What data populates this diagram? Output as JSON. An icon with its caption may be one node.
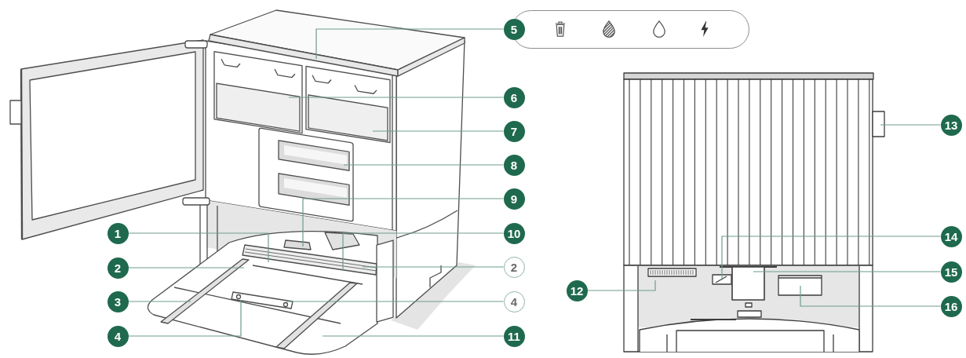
{
  "diagram": {
    "nodes": [
      {
        "text": [
          "1"
        ]
      },
      {
        "text": [
          "2"
        ]
      },
      {
        "text": [
          "3"
        ]
      },
      {
        "text": [
          "4"
        ]
      },
      {
        "text": [
          "5"
        ]
      },
      {
        "text": [
          "6"
        ]
      },
      {
        "text": [
          "7"
        ]
      },
      {
        "text": [
          "8"
        ]
      },
      {
        "text": [
          "9"
        ]
      },
      {
        "text": [
          "10"
        ]
      },
      {
        "text": [
          "2"
        ]
      },
      {
        "text": [
          "4"
        ]
      },
      {
        "text": [
          "11"
        ]
      },
      {
        "text": [
          "12"
        ]
      },
      {
        "text": [
          "13"
        ]
      },
      {
        "text": [
          "14"
        ]
      },
      {
        "text": [
          "15"
        ]
      },
      {
        "text": [
          "16"
        ]
      }
    ],
    "edges": [
      {
        "from": 0,
        "to": null,
        "arrow": "none"
      },
      {
        "from": 1,
        "to": null,
        "arrow": "none"
      },
      {
        "from": 2,
        "to": null,
        "arrow": "none"
      },
      {
        "from": 3,
        "to": null,
        "arrow": "none"
      },
      {
        "from": 4,
        "to": null,
        "arrow": "none"
      },
      {
        "from": 5,
        "to": null,
        "arrow": "none"
      },
      {
        "from": 6,
        "to": null,
        "arrow": "none"
      },
      {
        "from": 7,
        "to": null,
        "arrow": "none"
      },
      {
        "from": 8,
        "to": null,
        "arrow": "none"
      },
      {
        "from": 9,
        "to": null,
        "arrow": "none"
      },
      {
        "from": 10,
        "to": null,
        "arrow": "none"
      },
      {
        "from": 11,
        "to": null,
        "arrow": "none"
      },
      {
        "from": 12,
        "to": null,
        "arrow": "none"
      },
      {
        "from": 13,
        "to": null,
        "arrow": "none"
      },
      {
        "from": 14,
        "to": null,
        "arrow": "none"
      },
      {
        "from": 15,
        "to": null,
        "arrow": "none"
      },
      {
        "from": 16,
        "to": null,
        "arrow": "none"
      },
      {
        "from": 17,
        "to": null,
        "arrow": "none"
      }
    ]
  }
}
